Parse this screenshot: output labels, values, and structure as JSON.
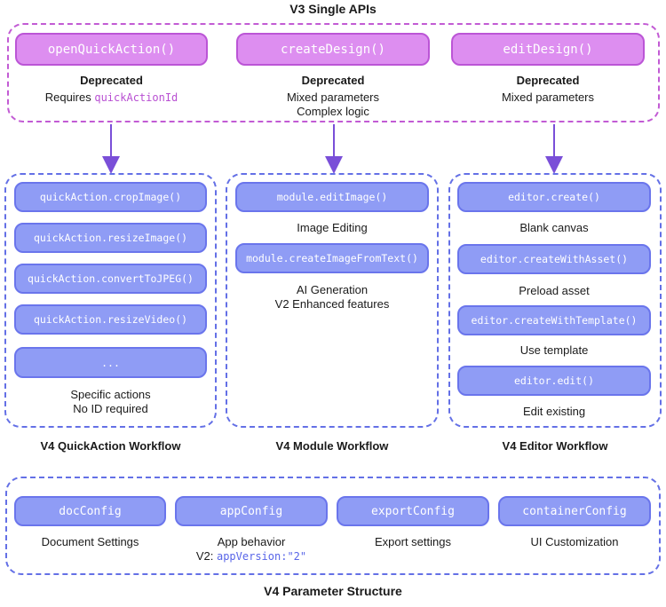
{
  "v3": {
    "title": "V3 Single APIs",
    "apis": [
      {
        "name": "openQuickAction()",
        "status": "Deprecated",
        "note_prefix": "Requires ",
        "note_code": "quickActionId"
      },
      {
        "name": "createDesign()",
        "status": "Deprecated",
        "note1": "Mixed parameters",
        "note2": "Complex logic"
      },
      {
        "name": "editDesign()",
        "status": "Deprecated",
        "note1": "Mixed parameters"
      }
    ]
  },
  "quickaction": {
    "title": "V4 QuickAction Workflow",
    "items": [
      "quickAction.cropImage()",
      "quickAction.resizeImage()",
      "quickAction.convertToJPEG()",
      "quickAction.resizeVideo()",
      "..."
    ],
    "note1": "Specific actions",
    "note2": "No ID required"
  },
  "module": {
    "title": "V4 Module Workflow",
    "items": [
      {
        "name": "module.editImage()",
        "caption1": "Image Editing"
      },
      {
        "name": "module.createImageFromText()",
        "caption1": "AI Generation",
        "caption2": "V2 Enhanced features"
      }
    ]
  },
  "editor": {
    "title": "V4 Editor Workflow",
    "items": [
      {
        "name": "editor.create()",
        "caption": "Blank canvas"
      },
      {
        "name": "editor.createWithAsset()",
        "caption": "Preload asset"
      },
      {
        "name": "editor.createWithTemplate()",
        "caption": "Use template"
      },
      {
        "name": "editor.edit()",
        "caption": "Edit existing"
      }
    ]
  },
  "params": {
    "title": "V4 Parameter Structure",
    "items": [
      {
        "name": "docConfig",
        "caption": "Document Settings"
      },
      {
        "name": "appConfig",
        "caption": "App behavior",
        "extra_prefix": "V2: ",
        "extra_code": "appVersion:\"2\""
      },
      {
        "name": "exportConfig",
        "caption": "Export settings"
      },
      {
        "name": "containerConfig",
        "caption": "UI Customization"
      }
    ]
  },
  "colors": {
    "v3_border": "#c25bd4",
    "v3_fill": "#dd8ef0",
    "v4_border": "#6470e6",
    "v4_fill": "#8f9cf5",
    "arrow": "#7a4fd8"
  }
}
